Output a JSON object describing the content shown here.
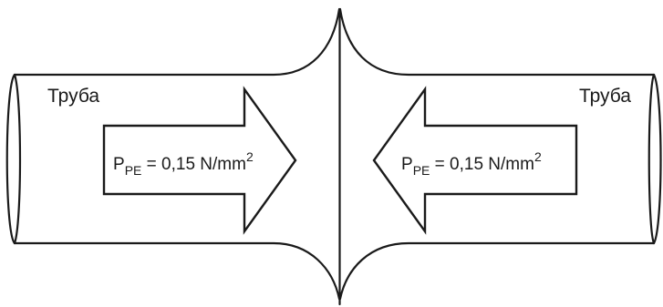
{
  "left_pipe": {
    "label": "Труба"
  },
  "right_pipe": {
    "label": "Труба"
  },
  "left_arrow": {
    "symbol": "P",
    "subscript": "PE",
    "value_text": " = 0,15 N/mm",
    "superscript": "2"
  },
  "right_arrow": {
    "symbol": "P",
    "subscript": "PE",
    "value_text": " = 0,15 N/mm",
    "superscript": "2"
  },
  "colors": {
    "stroke": "#1a1a1a",
    "background": "#ffffff"
  }
}
